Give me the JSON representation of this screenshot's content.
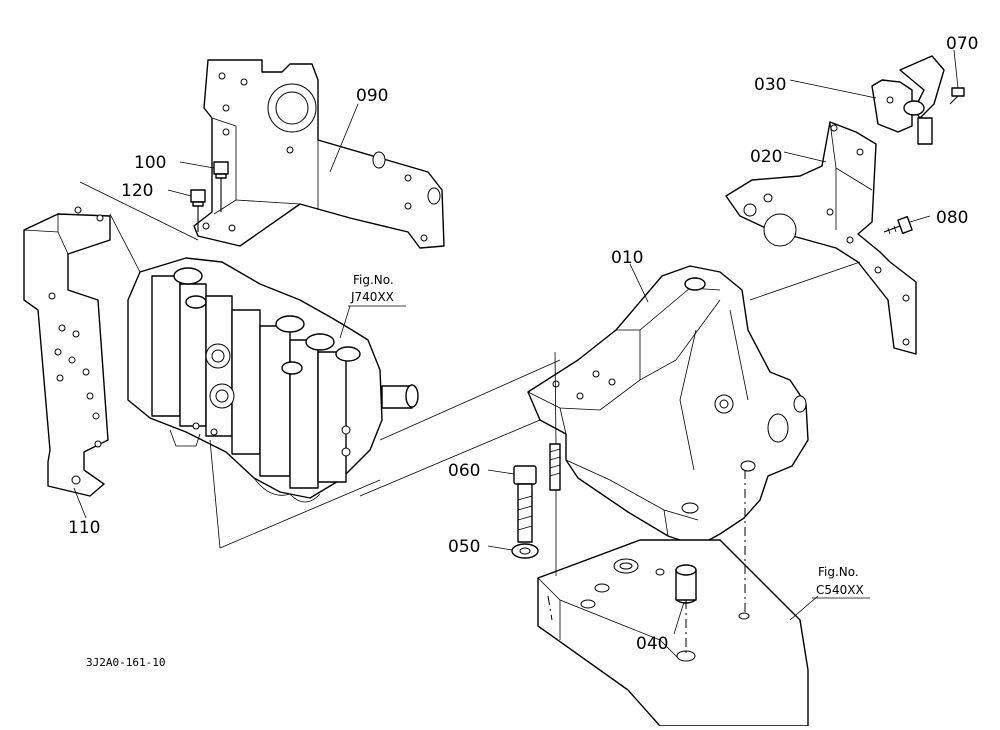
{
  "callouts": {
    "c010": "010",
    "c020": "020",
    "c030": "030",
    "c040": "040",
    "c050": "050",
    "c060": "060",
    "c070": "070",
    "c080": "080",
    "c090": "090",
    "c100": "100",
    "c110": "110",
    "c120": "120"
  },
  "figure_refs": {
    "valve": {
      "label": "Fig.No.",
      "code": "J740XX"
    },
    "housing": {
      "label": "Fig.No.",
      "code": "C540XX"
    }
  },
  "drawing_code": "3J2A0-161-10"
}
